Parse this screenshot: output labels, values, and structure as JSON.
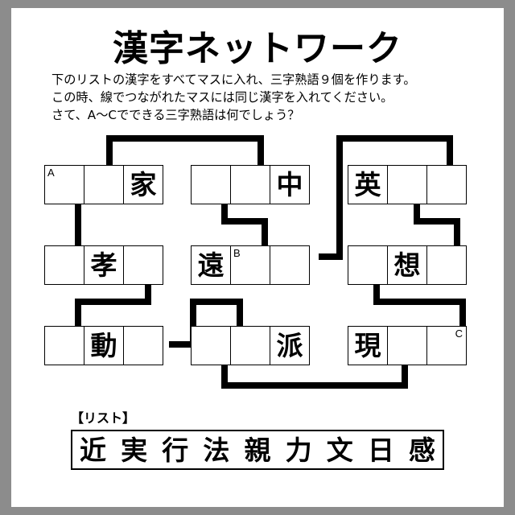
{
  "page": {
    "title": "漢字ネットワーク",
    "background_color": "#8c8c8c",
    "paper_color": "#ffffff",
    "ink_color": "#000000"
  },
  "instructions": {
    "line1": "下のリストの漢字をすべてマスに入れ、三字熟語９個を作ります。",
    "line2": "この時、線でつながれたマスには同じ漢字を入れてください。",
    "line3": "さて、A〜Cでできる三字熟語は何でしょう？"
  },
  "puzzle": {
    "rows": 3,
    "groups_per_row": 3,
    "cells_per_group": 3,
    "grid": [
      {
        "row": 1,
        "groups": [
          {
            "group": 1,
            "cells": [
              {
                "text": "",
                "marker": "A"
              },
              {
                "text": "",
                "marker": ""
              },
              {
                "text": "家",
                "marker": ""
              }
            ]
          },
          {
            "group": 2,
            "cells": [
              {
                "text": "",
                "marker": ""
              },
              {
                "text": "",
                "marker": ""
              },
              {
                "text": "中",
                "marker": ""
              }
            ]
          },
          {
            "group": 3,
            "cells": [
              {
                "text": "英",
                "marker": ""
              },
              {
                "text": "",
                "marker": ""
              },
              {
                "text": "",
                "marker": ""
              }
            ]
          }
        ]
      },
      {
        "row": 2,
        "groups": [
          {
            "group": 1,
            "cells": [
              {
                "text": "",
                "marker": ""
              },
              {
                "text": "孝",
                "marker": ""
              },
              {
                "text": "",
                "marker": ""
              }
            ]
          },
          {
            "group": 2,
            "cells": [
              {
                "text": "遠",
                "marker": ""
              },
              {
                "text": "",
                "marker": "B"
              },
              {
                "text": "",
                "marker": ""
              }
            ]
          },
          {
            "group": 3,
            "cells": [
              {
                "text": "",
                "marker": ""
              },
              {
                "text": "想",
                "marker": ""
              },
              {
                "text": "",
                "marker": ""
              }
            ]
          }
        ]
      },
      {
        "row": 3,
        "groups": [
          {
            "group": 1,
            "cells": [
              {
                "text": "",
                "marker": ""
              },
              {
                "text": "動",
                "marker": ""
              },
              {
                "text": "",
                "marker": ""
              }
            ]
          },
          {
            "group": 2,
            "cells": [
              {
                "text": "",
                "marker": ""
              },
              {
                "text": "",
                "marker": ""
              },
              {
                "text": "派",
                "marker": ""
              }
            ]
          },
          {
            "group": 3,
            "cells": [
              {
                "text": "現",
                "marker": ""
              },
              {
                "text": "",
                "marker": ""
              },
              {
                "text": "",
                "marker": "C-right"
              }
            ]
          }
        ]
      }
    ],
    "markers": [
      "A",
      "B",
      "C"
    ]
  },
  "list": {
    "label": "【リスト】",
    "kanji": [
      "近",
      "実",
      "行",
      "法",
      "親",
      "力",
      "文",
      "日",
      "感"
    ],
    "count": 9
  }
}
